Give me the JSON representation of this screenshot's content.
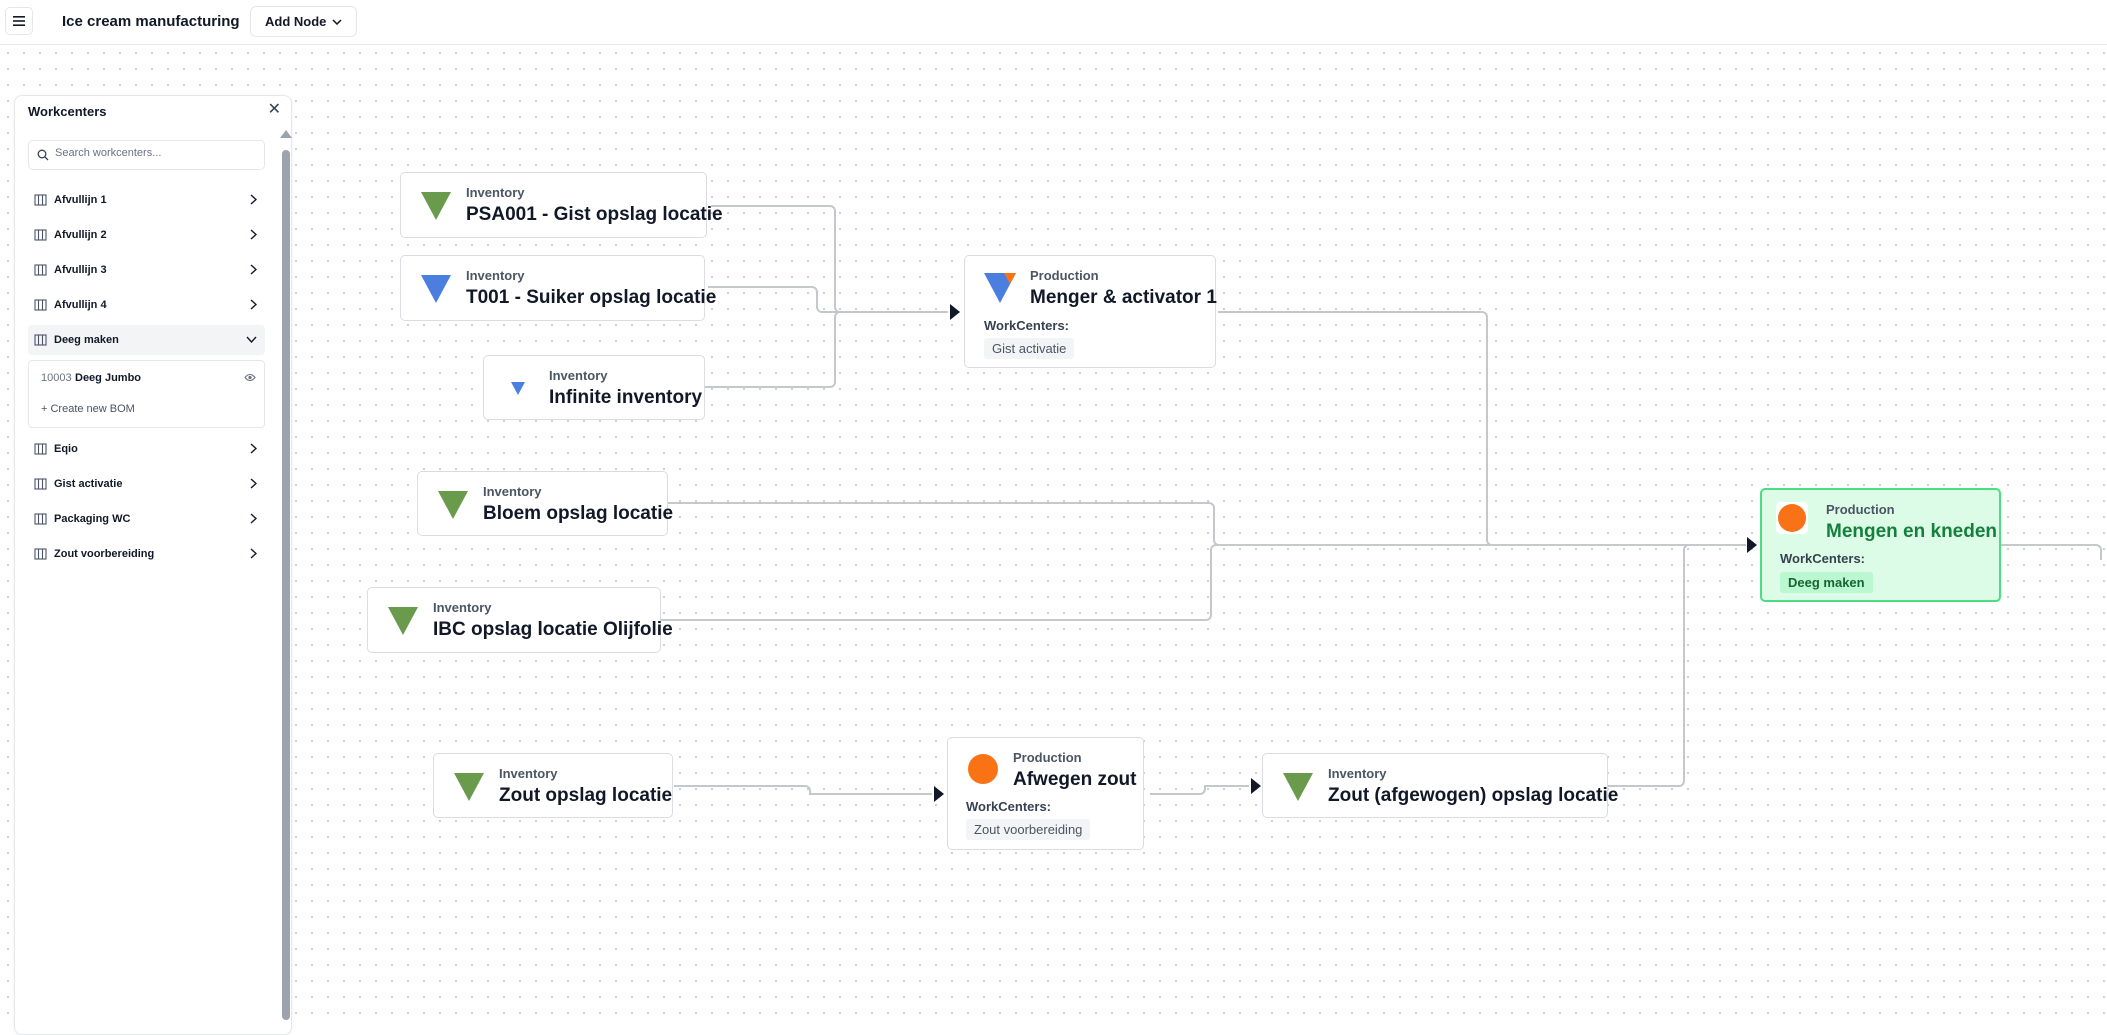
{
  "header": {
    "title": "Ice cream manufacturing",
    "add_node_label": "Add Node"
  },
  "sidebar": {
    "title": "Workcenters",
    "search_placeholder": "Search workcenters...",
    "items": [
      {
        "label": "Afvullijn 1",
        "expanded": false
      },
      {
        "label": "Afvullijn 2",
        "expanded": false
      },
      {
        "label": "Afvullijn 3",
        "expanded": false
      },
      {
        "label": "Afvullijn 4",
        "expanded": false
      },
      {
        "label": "Deeg maken",
        "expanded": true
      },
      {
        "label": "Eqio",
        "expanded": false
      },
      {
        "label": "Gist activatie",
        "expanded": false
      },
      {
        "label": "Packaging WC",
        "expanded": false
      },
      {
        "label": "Zout voorbereiding",
        "expanded": false
      }
    ],
    "bom": {
      "code": "10003",
      "name": "Deeg Jumbo",
      "create_label": "+ Create new BOM"
    }
  },
  "flow": {
    "workcenters_label": "WorkCenters:",
    "nodes": [
      {
        "id": "psa001",
        "type": "Inventory",
        "name": "PSA001 - Gist opslag locatie",
        "icon": "green-triangle-icon"
      },
      {
        "id": "t001",
        "type": "Inventory",
        "name": "T001 - Suiker opslag locatie",
        "icon": "blue-triangle-icon"
      },
      {
        "id": "infinite",
        "type": "Inventory",
        "name": "Infinite inventory",
        "icon": "small-blue-triangle-icon"
      },
      {
        "id": "menger",
        "type": "Production",
        "name": "Menger & activator 1",
        "icon": "blue-orange-triangle-icon",
        "workcenter": "Gist activatie"
      },
      {
        "id": "bloem",
        "type": "Inventory",
        "name": "Bloem opslag locatie",
        "icon": "green-triangle-icon"
      },
      {
        "id": "ibc",
        "type": "Inventory",
        "name": "IBC opslag locatie Olijfolie",
        "icon": "green-triangle-icon"
      },
      {
        "id": "mengen",
        "type": "Production",
        "name": "Mengen en kneden",
        "icon": "orange-circle-icon",
        "workcenter": "Deeg maken",
        "selected": true
      },
      {
        "id": "zout",
        "type": "Inventory",
        "name": "Zout opslag locatie",
        "icon": "green-triangle-icon"
      },
      {
        "id": "afwegen",
        "type": "Production",
        "name": "Afwegen zout",
        "icon": "orange-circle-icon",
        "workcenter": "Zout voorbereiding"
      },
      {
        "id": "zoutafg",
        "type": "Inventory",
        "name": "Zout (afgewogen) opslag locatie",
        "icon": "green-triangle-icon"
      }
    ]
  },
  "colors": {
    "inventory_green": "#6a9a4b",
    "inventory_blue": "#4a7fe0",
    "production_orange": "#f97316",
    "selected_bg": "#dcfce7",
    "selected_border": "#4ade80",
    "edge": "#c4c7cc"
  }
}
